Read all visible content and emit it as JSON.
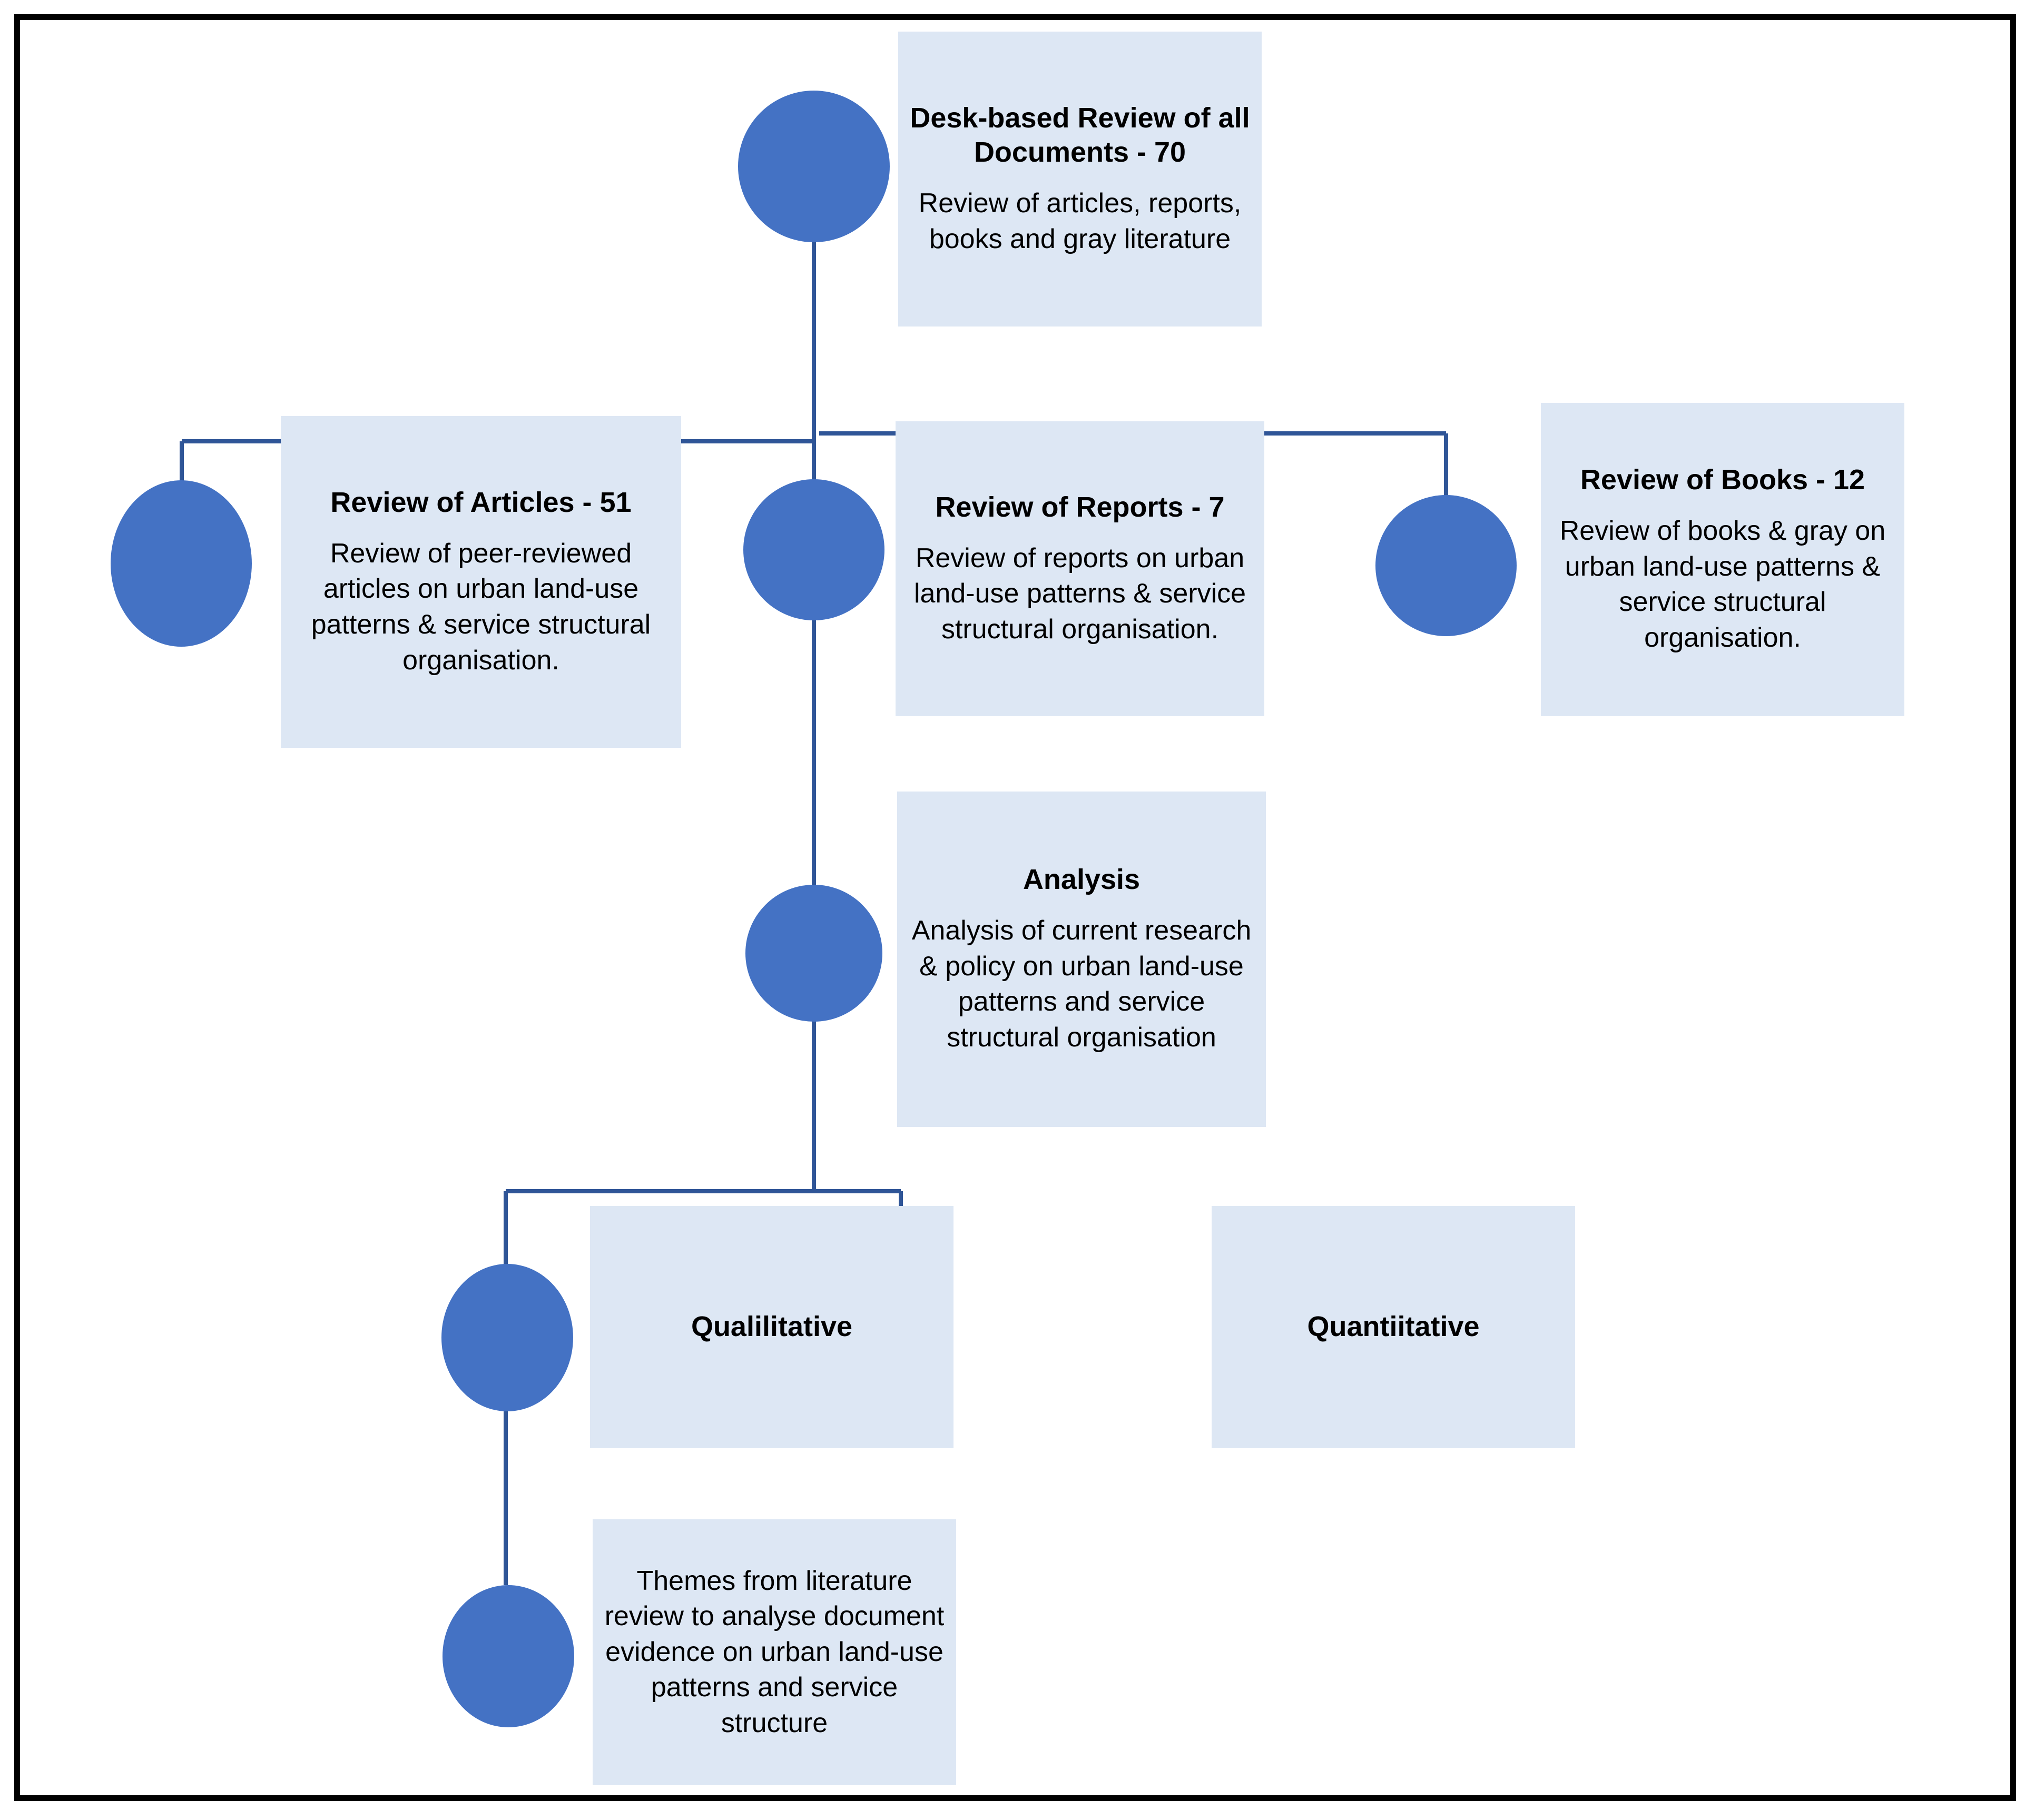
{
  "figure": {
    "type": "flowchart",
    "description": "Desk-based literature review methodology flow diagram",
    "colors": {
      "node_fill": "#DDE7F4",
      "circle_fill": "#4472C4",
      "connector_line": "#2F5597",
      "frame_border": "#000000",
      "text": "#000000",
      "background": "#FFFFFF"
    }
  },
  "nodes": {
    "desk_review": {
      "title": "Desk-based Review of all Documents - 70",
      "body": "Review of articles, reports, books and gray literature"
    },
    "articles": {
      "title": "Review of Articles - 51",
      "body": "Review of peer-reviewed articles on urban land-use patterns & service structural organisation."
    },
    "reports": {
      "title": "Review of Reports - 7",
      "body": "Review of reports on urban land-use patterns & service structural organisation."
    },
    "books": {
      "title": "Review of Books - 12",
      "body": "Review of books & gray on urban land-use patterns & service structural organisation."
    },
    "analysis": {
      "title": "Analysis",
      "body": "Analysis of current research & policy on urban land-use patterns and service structural organisation"
    },
    "qualitative": {
      "title": "Qualilitative"
    },
    "quantitative": {
      "title": "Quantiitative"
    },
    "themes": {
      "body": "Themes from literature review to analyse document evidence on urban land-use patterns and service structure"
    }
  },
  "markers": {
    "desk_review_marker": "circle-marker",
    "articles_marker": "circle-marker",
    "reports_marker": "circle-marker",
    "books_marker": "circle-marker",
    "analysis_marker": "circle-marker",
    "qualitative_marker": "circle-marker",
    "quantitative_marker": "ellipse-marker",
    "themes_marker": "circle-marker"
  }
}
